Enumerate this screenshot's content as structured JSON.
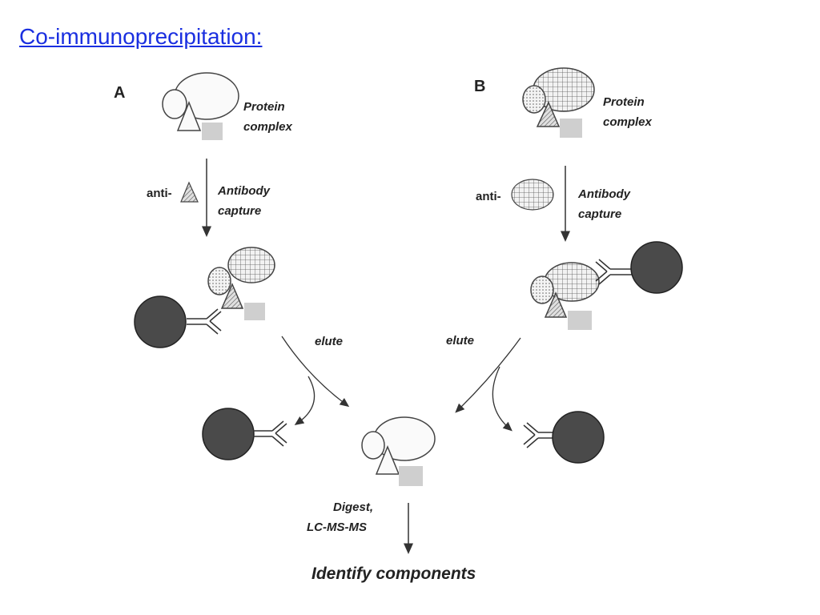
{
  "slide": {
    "title": "Co-immunoprecipitation:"
  },
  "panelA": {
    "letter": "A",
    "complex_label_1": "Protein",
    "complex_label_2": "complex",
    "anti_label": "anti-",
    "capture_label_1": "Antibody",
    "capture_label_2": "capture",
    "elute_label": "elute"
  },
  "panelB": {
    "letter": "B",
    "complex_label_1": "Protein",
    "complex_label_2": "complex",
    "anti_label": "anti-",
    "capture_label_1": "Antibody",
    "capture_label_2": "capture",
    "elute_label": "elute"
  },
  "bottom": {
    "digest_label_1": "Digest,",
    "digest_label_2": "LC-MS-MS",
    "result_label": "Identify components"
  },
  "colors": {
    "title": "#1a2fe0",
    "bead": "#4a4a4a",
    "tag_square": "#cfcfcf",
    "line": "#333333"
  }
}
